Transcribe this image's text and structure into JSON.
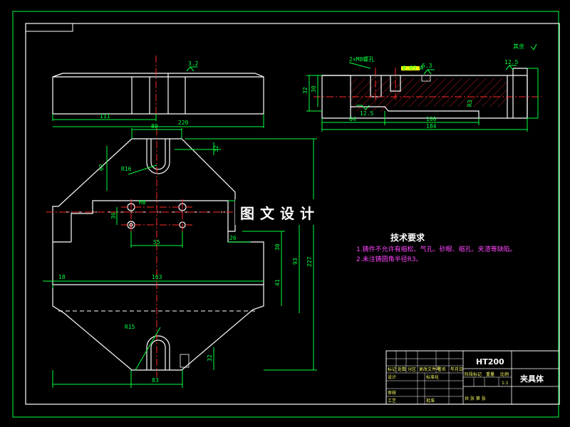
{
  "dimensions": {
    "top_view_111": "111",
    "top_view_220": "220",
    "front_80": "80",
    "front_55": "55",
    "front_36": "36",
    "front_26": "26",
    "front_30": "30",
    "front_163": "163",
    "front_18": "18",
    "front_41": "41",
    "front_93": "93",
    "front_227": "227",
    "front_32_right": "32",
    "front_32_bottom": "32",
    "front_62": "62",
    "front_83": "83",
    "side_32": "32",
    "side_30": "30",
    "side_64": "64",
    "side_100": "100",
    "side_184": "184",
    "side_thread": "2×M8螺孔",
    "roughness_topview": "3.2",
    "roughness_side1": "12.5",
    "roughness_side2": "6.3",
    "roughness_side3": "12.5",
    "roughness_rest": "其余"
  },
  "watermark": "图文设计",
  "notes": {
    "title": "技术要求",
    "items": [
      "1.铸件不允许有缩松、气孔、砂眼、缩孔、夹渣等缺陷。",
      "2.未注铸圆角半径R3。"
    ]
  },
  "title_block": {
    "material": "HT200",
    "part_name": "夹具体",
    "row_labels": [
      "标记",
      "处数",
      "分区",
      "更改文件号",
      "签名",
      "年月日"
    ],
    "design": "设计",
    "standardize": "标准化",
    "review": "审核",
    "process": "工艺",
    "approve": "批准",
    "stage": "阶段标记",
    "weight": "重量",
    "scale": "比例",
    "sheet": "共  张  第  张",
    "scale_value": "1:1"
  }
}
